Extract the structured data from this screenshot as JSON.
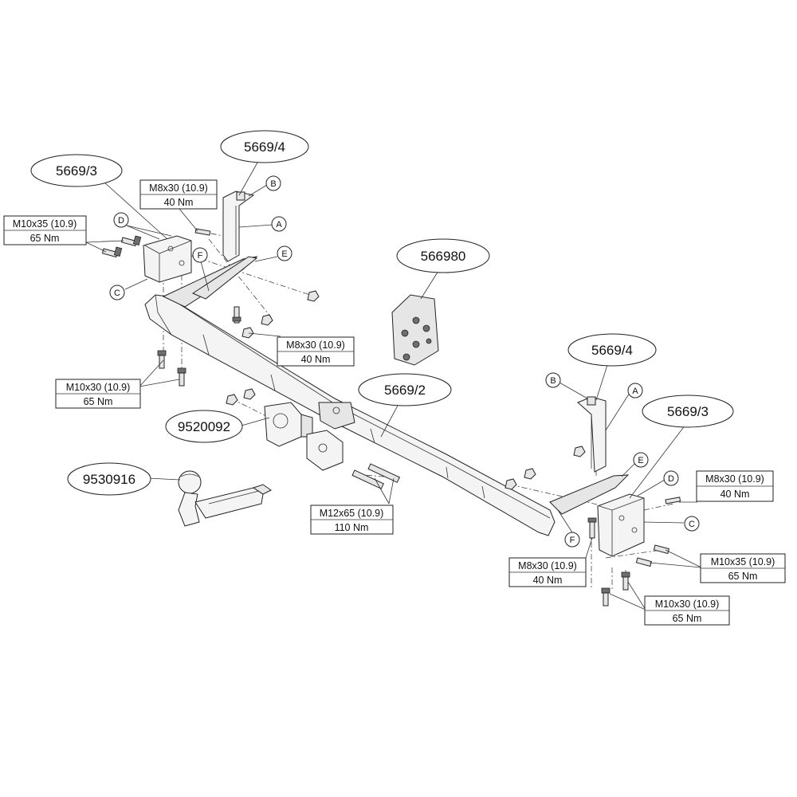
{
  "part_numbers": {
    "bracket_left": "5669/3",
    "bracket_right": "5669/3",
    "plate_left": "5669/4",
    "plate_right": "5669/4",
    "main_bar": "5669/2",
    "electrical_kit": "566980",
    "socket_plate": "9520092",
    "towball": "9530916"
  },
  "letters": {
    "A": "A",
    "B": "B",
    "C": "C",
    "D": "D",
    "E": "E",
    "F": "F"
  },
  "specs": {
    "m10x35_left": {
      "size": "M10x35 (10.9)",
      "torque": "65 Nm"
    },
    "m8x30_top": {
      "size": "M8x30 (10.9)",
      "torque": "40 Nm"
    },
    "m8x30_mid": {
      "size": "M8x30 (10.9)",
      "torque": "40 Nm"
    },
    "m10x30_left": {
      "size": "M10x30 (10.9)",
      "torque": "65 Nm"
    },
    "m12x65": {
      "size": "M12x65 (10.9)",
      "torque": "110 Nm"
    },
    "m8x30_right": {
      "size": "M8x30 (10.9)",
      "torque": "40 Nm"
    },
    "m10x35_right": {
      "size": "M10x35 (10.9)",
      "torque": "65 Nm"
    },
    "m8x30_bottom": {
      "size": "M8x30 (10.9)",
      "torque": "40 Nm"
    },
    "m10x30_right": {
      "size": "M10x30 (10.9)",
      "torque": "65 Nm"
    }
  }
}
